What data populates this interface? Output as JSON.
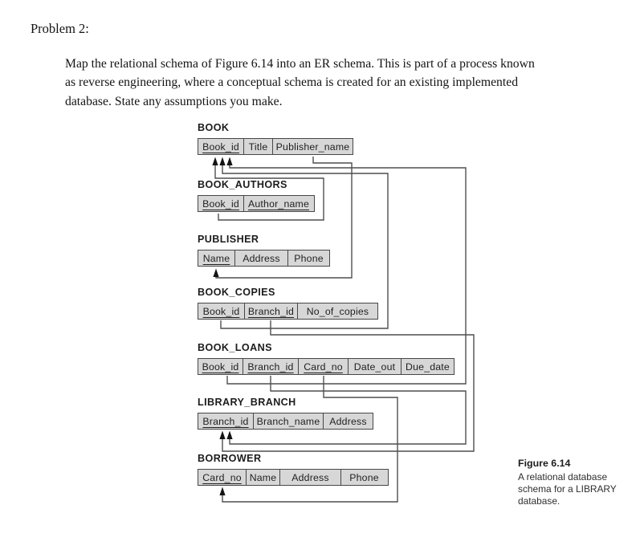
{
  "problem": {
    "title": "Problem 2:",
    "body_lines": [
      "Map the relational schema of Figure 6.14 into an ER schema. This is part of a process known",
      "as reverse engineering, where a conceptual schema is created for an existing implemented",
      "database. State any assumptions you make."
    ]
  },
  "diagram": {
    "tables": [
      {
        "name": "BOOK",
        "attributes": [
          {
            "label": "Book_id",
            "pk": true
          },
          {
            "label": "Title",
            "pk": false
          },
          {
            "label": "Publisher_name",
            "pk": false
          }
        ]
      },
      {
        "name": "BOOK_AUTHORS",
        "attributes": [
          {
            "label": "Book_id",
            "pk": true
          },
          {
            "label": "Author_name",
            "pk": true
          }
        ]
      },
      {
        "name": "PUBLISHER",
        "attributes": [
          {
            "label": "Name",
            "pk": true
          },
          {
            "label": "Address",
            "pk": false
          },
          {
            "label": "Phone",
            "pk": false
          }
        ]
      },
      {
        "name": "BOOK_COPIES",
        "attributes": [
          {
            "label": "Book_id",
            "pk": true
          },
          {
            "label": "Branch_id",
            "pk": true
          },
          {
            "label": "No_of_copies",
            "pk": false
          }
        ]
      },
      {
        "name": "BOOK_LOANS",
        "attributes": [
          {
            "label": "Book_id",
            "pk": true
          },
          {
            "label": "Branch_id",
            "pk": true
          },
          {
            "label": "Card_no",
            "pk": true
          },
          {
            "label": "Date_out",
            "pk": false
          },
          {
            "label": "Due_date",
            "pk": false
          }
        ]
      },
      {
        "name": "LIBRARY_BRANCH",
        "attributes": [
          {
            "label": "Branch_id",
            "pk": true
          },
          {
            "label": "Branch_name",
            "pk": false
          },
          {
            "label": "Address",
            "pk": false
          }
        ]
      },
      {
        "name": "BORROWER",
        "attributes": [
          {
            "label": "Card_no",
            "pk": true
          },
          {
            "label": "Name",
            "pk": false
          },
          {
            "label": "Address",
            "pk": false
          },
          {
            "label": "Phone",
            "pk": false
          }
        ]
      }
    ],
    "relationships": [
      {
        "from": "BOOK_AUTHORS.Book_id",
        "to": "BOOK.Book_id"
      },
      {
        "from": "BOOK_COPIES.Book_id",
        "to": "BOOK.Book_id"
      },
      {
        "from": "BOOK_LOANS.Book_id",
        "to": "BOOK.Book_id"
      },
      {
        "from": "BOOK.Publisher_name",
        "to": "PUBLISHER.Name"
      },
      {
        "from": "BOOK_COPIES.Branch_id",
        "to": "LIBRARY_BRANCH.Branch_id"
      },
      {
        "from": "BOOK_LOANS.Branch_id",
        "to": "LIBRARY_BRANCH.Branch_id"
      },
      {
        "from": "BOOK_LOANS.Card_no",
        "to": "BORROWER.Card_no"
      }
    ],
    "colors": {
      "cell_fill": "#d7d7d7",
      "cell_border": "#474747",
      "line": "#4f4f4f",
      "arrow": "#141414"
    }
  },
  "caption": {
    "title": "Figure 6.14",
    "lines": [
      "A relational database",
      "schema for a LIBRARY",
      "database."
    ]
  }
}
